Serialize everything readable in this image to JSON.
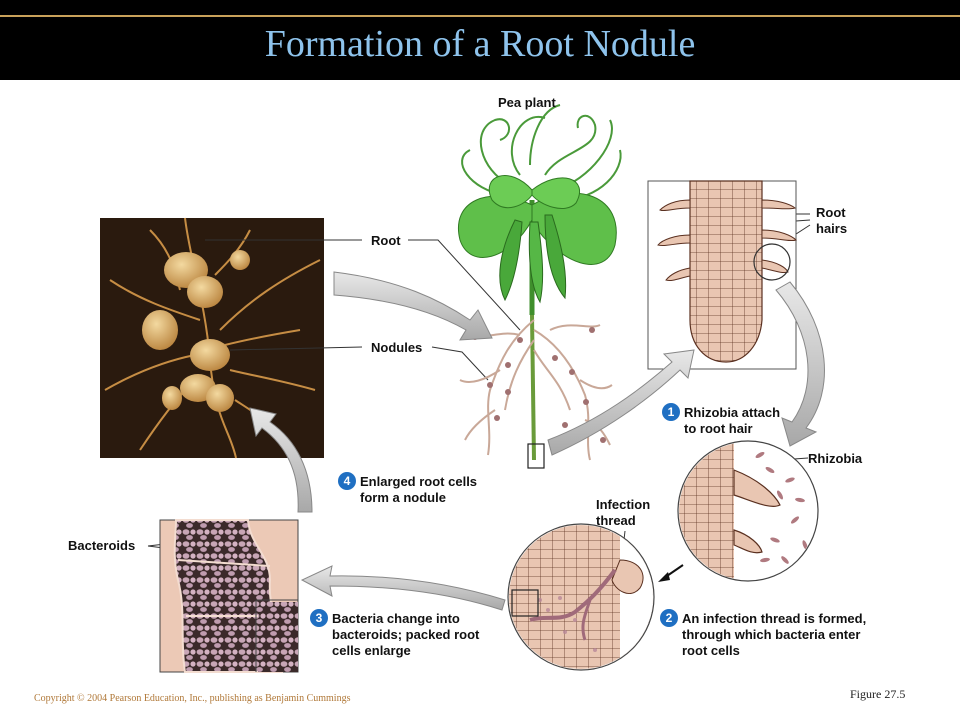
{
  "title": "Formation of a Root Nodule",
  "labels": {
    "pea_plant": "Pea plant",
    "root": "Root",
    "nodules": "Nodules",
    "root_hairs_1": "Root",
    "root_hairs_2": "hairs",
    "rhizobia": "Rhizobia",
    "infection_thread_1": "Infection",
    "infection_thread_2": "thread",
    "bacteroids": "Bacteroids"
  },
  "steps": [
    {
      "number": "1",
      "lines": [
        "Rhizobia attach",
        "to root hair"
      ]
    },
    {
      "number": "2",
      "lines": [
        "An infection thread is formed,",
        "through which bacteria enter",
        "root cells"
      ]
    },
    {
      "number": "3",
      "lines": [
        "Bacteria change into",
        "bacteroids; packed root",
        "cells enlarge"
      ]
    },
    {
      "number": "4",
      "lines": [
        "Enlarged root cells",
        "form a nodule"
      ]
    }
  ],
  "footer": {
    "copyright": "Copyright © 2004 Pearson Education, Inc., publishing as Benjamin Cummings",
    "figure": "Figure 27.5"
  },
  "colors": {
    "title": "#8ec3ec",
    "badge": "#1f6fc2",
    "leaf": "#5fbf4a",
    "cell": "#e9c6b2",
    "cell_line": "#5a3020",
    "photo_bg": "#2a1a0e",
    "arrow": "#c8c8c8"
  }
}
